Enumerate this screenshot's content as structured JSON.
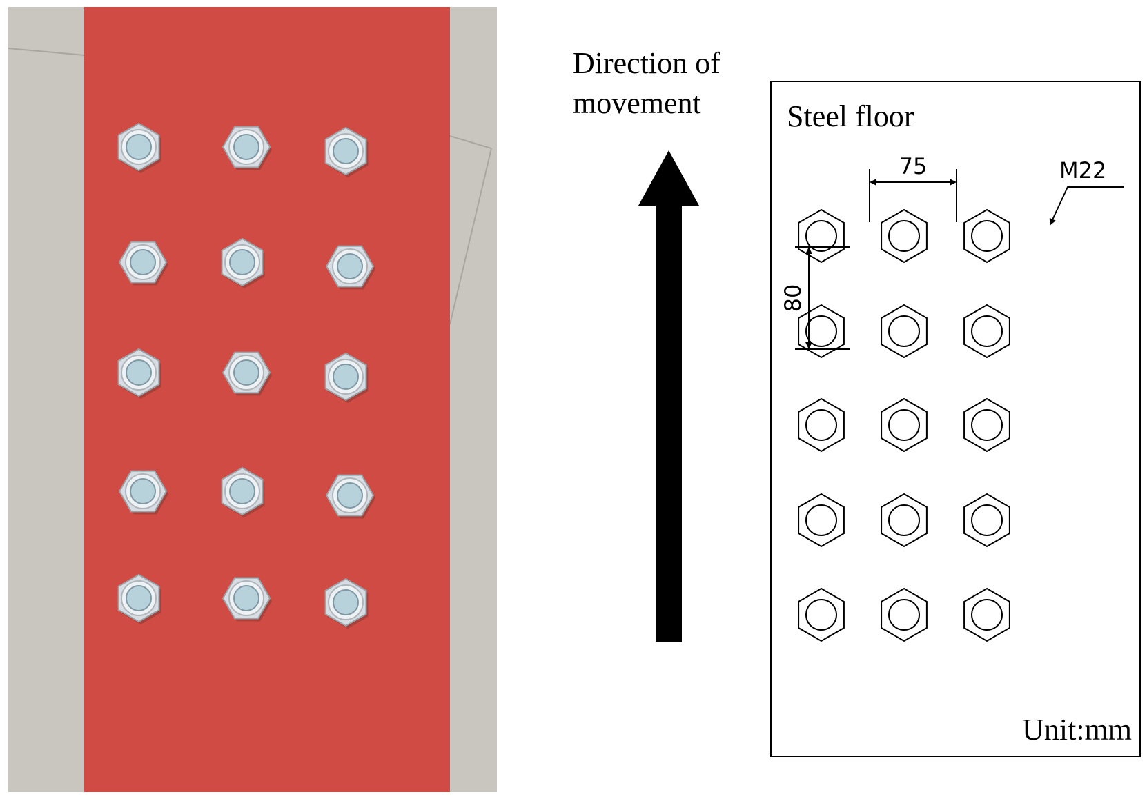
{
  "photo": {
    "floor_color": "#cf4b44",
    "background_color": "#c9c6bf",
    "nut_color": "#d7dde2",
    "nut_rows": 5,
    "nut_cols": 3
  },
  "diagram": {
    "direction_label_line1": "Direction of",
    "direction_label_line2": "movement",
    "floor_label": "Steel floor",
    "spacing_x": "75",
    "spacing_y": "80",
    "nut_size": "M22",
    "unit_label": "Unit:mm",
    "nut_rows": 5,
    "nut_cols": 3
  }
}
